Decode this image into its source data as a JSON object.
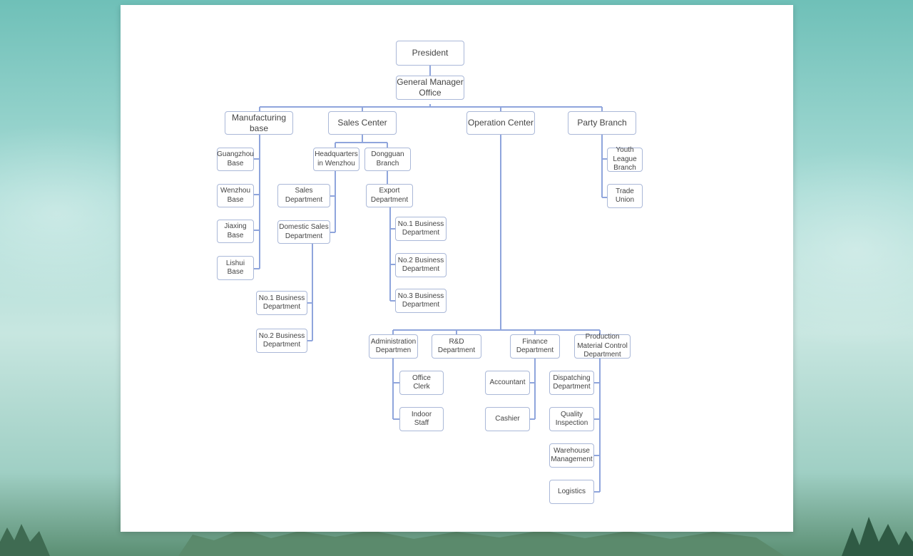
{
  "diagram": {
    "title": "",
    "nodes": {
      "president": "President",
      "gm_office": "General Manager\nOffice",
      "manufacturing_base": "Manufacturing\nbase",
      "sales_center": "Sales Center",
      "operation_center": "Operation Center",
      "party_branch": "Party Branch",
      "guangzhou_base": "Guangzhou\nBase",
      "wenzhou_base": "Wenzhou\nBase",
      "jiaxing_base": "Jiaxing\nBase",
      "lishui_base": "Lishui\nBase",
      "hq_wenzhou": "Headquarters\nin Wenzhou",
      "dongguan_branch": "Dongguan\nBranch",
      "sales_department": "Sales\nDepartment",
      "domestic_sales_department": "Domestic Sales\nDepartment",
      "domestic_no1_business": "No.1 Business\nDepartment",
      "domestic_no2_business": "No.2 Business\nDepartment",
      "export_department": "Export\nDepartment",
      "export_no1_business": "No.1 Business\nDepartment",
      "export_no2_business": "No.2 Business\nDepartment",
      "export_no3_business": "No.3 Business\nDepartment",
      "youth_league_branch": "Youth\nLeague\nBranch",
      "trade_union": "Trade\nUnion",
      "administration_department": "Administration\nDepartmen",
      "rd_department": "R&D\nDepartment",
      "finance_department": "Finance\nDepartment",
      "production_material_control": "Production\nMaterial Control\nDepartment",
      "office_clerk": "Office\nClerk",
      "indoor_staff": "Indoor\nStaff",
      "accountant": "Accountant",
      "cashier": "Cashier",
      "dispatching_department": "Dispatching\nDepartment",
      "quality_inspection": "Quality\nInspection",
      "warehouse_management": "Warehouse\nManagement",
      "logistics": "Logistics"
    }
  },
  "colors": {
    "connector": "#8fa5dc",
    "node_border": "#aab8d8",
    "text": "#444444"
  }
}
